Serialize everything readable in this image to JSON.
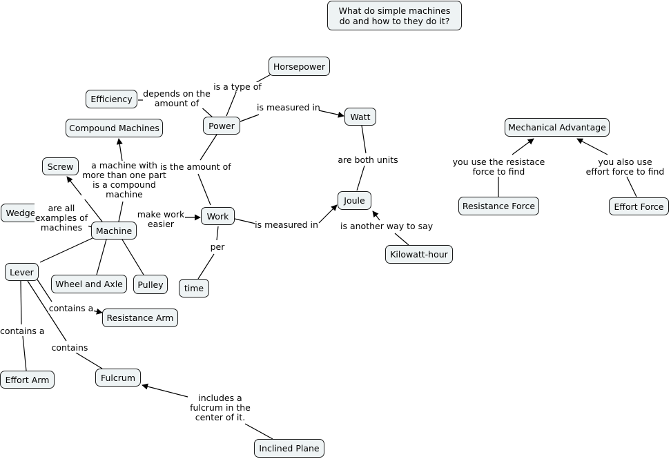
{
  "focus_question": "What do simple machines do and how to they do it?",
  "nodes": {
    "horsepower": "Horsepower",
    "efficiency": "Efficiency",
    "power": "Power",
    "watt": "Watt",
    "compound_machines": "Compound Machines",
    "mechanical_advantage": "Mechanical Advantage",
    "screw": "Screw",
    "joule": "Joule",
    "resistance_force": "Resistance Force",
    "effort_force": "Effort Force",
    "wedge": "Wedge",
    "machine": "Machine",
    "work": "Work",
    "kilowatt_hour": "Kilowatt-hour",
    "lever": "Lever",
    "wheel_and_axle": "Wheel and Axle",
    "pulley": "Pulley",
    "time": "time",
    "resistance_arm": "Resistance Arm",
    "effort_arm": "Effort Arm",
    "fulcrum": "Fulcrum",
    "inclined_plane": "Inclined Plane"
  },
  "links": {
    "is_a_type_of": "is a type of",
    "depends_on": "depends on the amount of",
    "power_measured_in": "is measured in",
    "both_units": "are both units",
    "resistance_to_find": "you use the resistace force to find",
    "effort_to_find": "you also use effort force to find",
    "compound_def": "a machine with more than one part is a compound machine",
    "amount_of": "is the amount of",
    "examples": "are all examples of machines",
    "make_work_easier": "make work easier",
    "work_measured_in": "is measured in",
    "another_way": "is another way to say",
    "per": "per",
    "contains_a_resistance": "contains a",
    "contains_a_effort": "contains a",
    "contains": "contains",
    "includes_fulcrum": "includes a fulcrum in the center of it."
  }
}
